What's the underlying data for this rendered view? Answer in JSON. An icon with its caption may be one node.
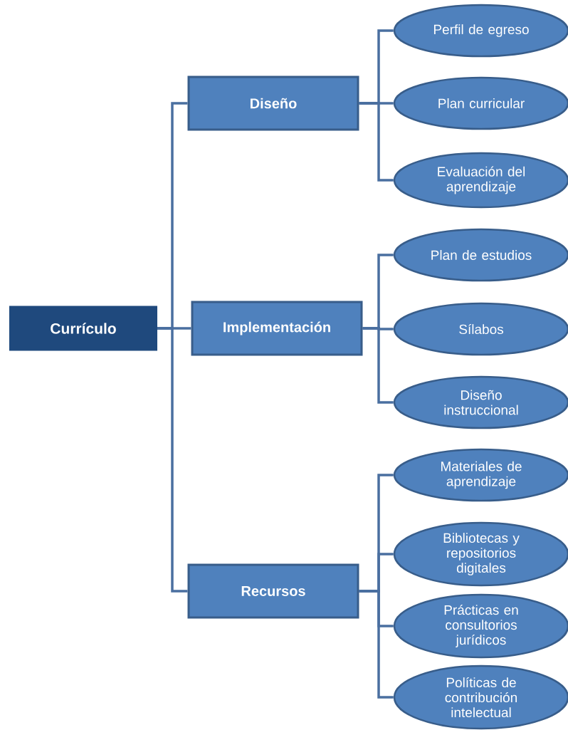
{
  "diagram": {
    "nodes": [
      {
        "text": [
          "Currículo"
        ]
      },
      {
        "text": [
          "Diseño"
        ]
      },
      {
        "text": [
          "Implementación"
        ]
      },
      {
        "text": [
          "Recursos"
        ]
      },
      {
        "text": [
          "Perfil de egreso"
        ]
      },
      {
        "text": [
          "Plan curricular"
        ]
      },
      {
        "text": [
          "Evaluación del aprendizaje"
        ]
      },
      {
        "text": [
          "Plan de estudios"
        ]
      },
      {
        "text": [
          "Sílabos"
        ]
      },
      {
        "text": [
          "Diseño instruccional"
        ]
      },
      {
        "text": [
          "Materiales de aprendizaje"
        ]
      },
      {
        "text": [
          "Bibliotecas y repositorios digitales"
        ]
      },
      {
        "text": [
          "Prácticas en consultorios jurídicos"
        ]
      },
      {
        "text": [
          "Políticas de contribución intelectual"
        ]
      }
    ],
    "edges": [
      {
        "from": 0,
        "to": 1,
        "arrow": "none"
      },
      {
        "from": 0,
        "to": 2,
        "arrow": "none"
      },
      {
        "from": 0,
        "to": 3,
        "arrow": "none"
      },
      {
        "from": 1,
        "to": 4,
        "arrow": "none"
      },
      {
        "from": 1,
        "to": 5,
        "arrow": "none"
      },
      {
        "from": 1,
        "to": 6,
        "arrow": "none"
      },
      {
        "from": 2,
        "to": 7,
        "arrow": "none"
      },
      {
        "from": 2,
        "to": 8,
        "arrow": "none"
      },
      {
        "from": 2,
        "to": 9,
        "arrow": "none"
      },
      {
        "from": 3,
        "to": 10,
        "arrow": "none"
      },
      {
        "from": 3,
        "to": 11,
        "arrow": "none"
      },
      {
        "from": 3,
        "to": 12,
        "arrow": "none"
      },
      {
        "from": 3,
        "to": 13,
        "arrow": "none"
      }
    ]
  }
}
